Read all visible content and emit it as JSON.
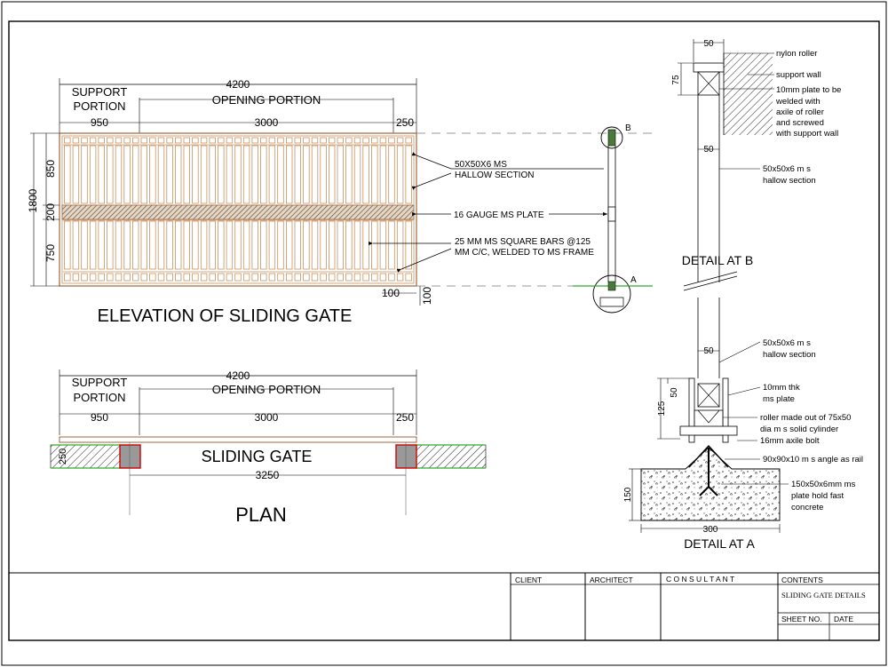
{
  "elevation": {
    "title": "ELEVATION OF SLIDING GATE",
    "dim_total": "4200",
    "support_label_1": "SUPPORT",
    "support_label_2": "PORTION",
    "opening_label": "OPENING PORTION",
    "dim_support": "950",
    "dim_opening": "3000",
    "dim_end": "250",
    "dim_height": "1800",
    "dim_upper": "850",
    "dim_plate": "200",
    "dim_lower": "750",
    "dim_bottom_h": "100",
    "dim_bottom_v": "100",
    "note_section_1": "50X50X6 MS",
    "note_section_2": "HALLOW SECTION",
    "note_plate": "16 GAUGE MS PLATE",
    "note_bars_1": "25 MM MS SQUARE BARS @125",
    "note_bars_2": "MM C/C, WELDED TO MS FRAME",
    "marker_b": "B",
    "marker_a": "A"
  },
  "plan": {
    "title": "PLAN",
    "dim_total": "4200",
    "support_label_1": "SUPPORT",
    "support_label_2": "PORTION",
    "opening_label": "OPENING PORTION",
    "dim_support": "950",
    "dim_opening": "3000",
    "dim_end": "250",
    "gate_label": "SLIDING GATE",
    "dim_wall": "250",
    "dim_clear": "3250"
  },
  "detail_b": {
    "title": "DETAIL AT B",
    "dim_top": "50",
    "dim_side": "75",
    "dim_mid": "50",
    "note_roller": "nylon roller",
    "note_wall": "support wall",
    "note_plate_1": "10mm plate to be",
    "note_plate_2": "welded with",
    "note_plate_3": "axile of roller",
    "note_plate_4": "and screwed",
    "note_plate_5": "with support wall",
    "note_section_1": "50x50x6 m s",
    "note_section_2": "hallow section"
  },
  "detail_a": {
    "title": "DETAIL AT A",
    "dim_mid": "50",
    "dim_plate": "50",
    "dim_side": "125",
    "dim_base_h": "150",
    "dim_base_w": "300",
    "note_section_1": "50x50x6 m s",
    "note_section_2": "hallow section",
    "note_plate_1": "10mm thk",
    "note_plate_2": "ms plate",
    "note_roller_1": "roller made out of 75x50",
    "note_roller_2": "dia m s solid cylinder",
    "note_bolt": "16mm axile bolt",
    "note_angle": "90x90x10 m s angle as rail",
    "note_hold_1": "150x50x6mm ms",
    "note_hold_2": "plate hold fast",
    "note_hold_3": "concrete"
  },
  "title_block": {
    "client": "CLIENT",
    "architect": "ARCHITECT",
    "consultant": "C O N S U L T A N T",
    "contents": "CONTENTS",
    "drawing": "SLIDING GATE DETAILS",
    "sheet_no": "SHEET NO.",
    "date": "DATE"
  }
}
